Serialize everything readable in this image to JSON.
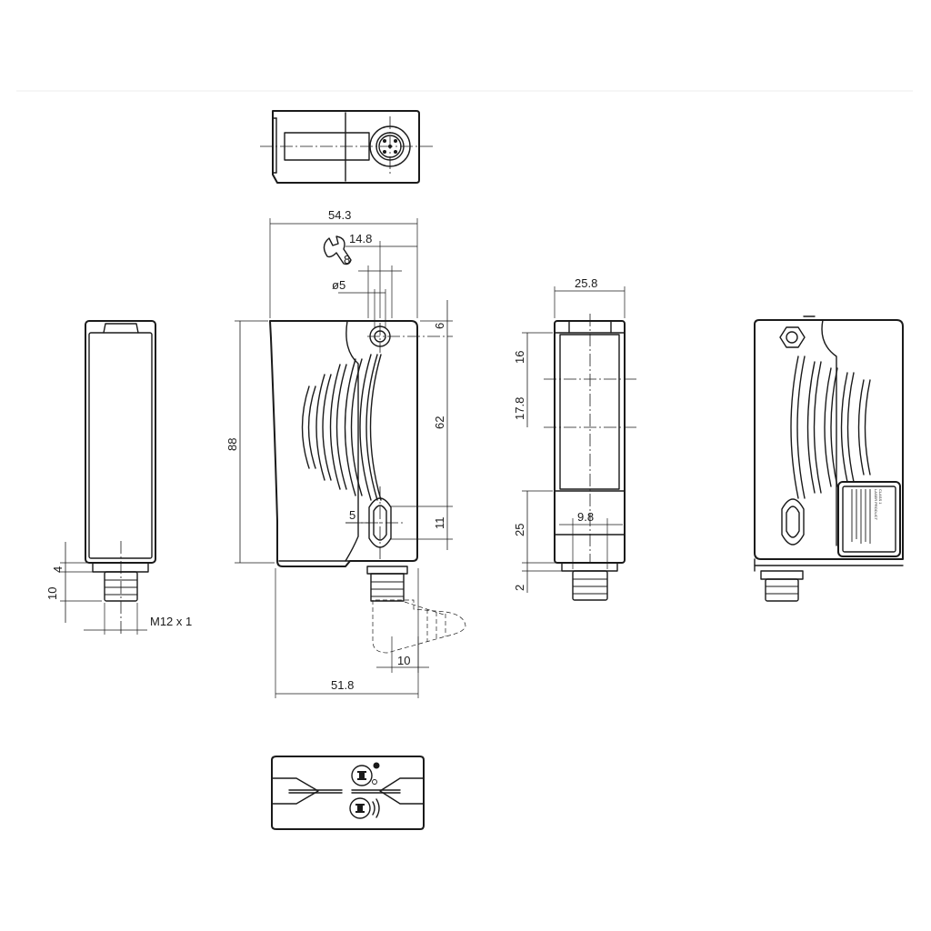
{
  "dimensions": {
    "overall_width": "54.3",
    "wrench_size_top": "14.8",
    "wrench_size_sub": "8",
    "hole_diameter": "ø5",
    "hole_offset_top": "6",
    "height": "88",
    "hole_spacing": "62",
    "slot_width": "5",
    "slot_length": "11",
    "base_width": "51.8",
    "connector_offset": "10",
    "side_width": "25.8",
    "window_top": "16",
    "window_height": "17.8",
    "lower_section": "25",
    "bottom_gap": "2",
    "connector_spacing": "9.8",
    "connector_length": "10",
    "connector_collar": "4",
    "connector_thread": "M12 x 1"
  },
  "label": {
    "line1": "CLASS 1",
    "line2": "LASER PRODUCT"
  },
  "icons": {
    "wrench": "wrench-icon",
    "adjust_upper": "potentiometer-icon",
    "adjust_lower": "sensitivity-adjust-icon",
    "led": "led-indicator-icon"
  }
}
